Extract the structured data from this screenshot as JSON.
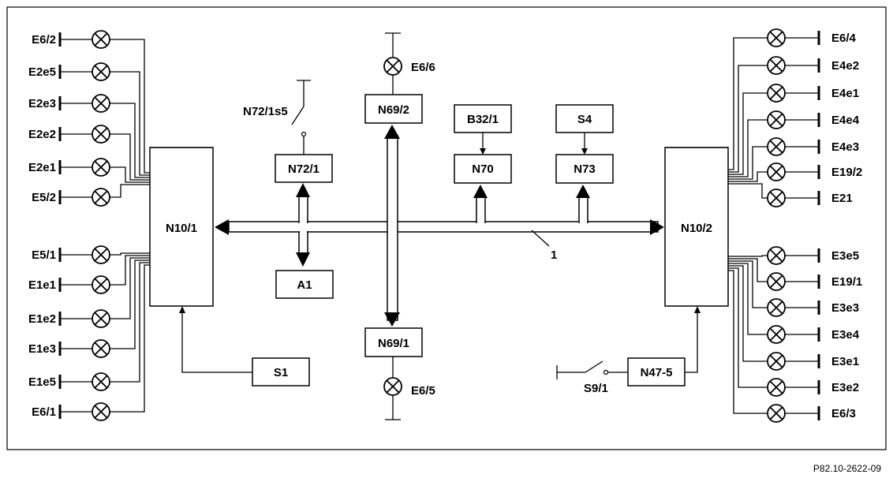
{
  "diagram": {
    "figure_ref": "P82.10-2622-09",
    "bus_label": "1",
    "modules": {
      "n10_1": "N10/1",
      "n10_2": "N10/2",
      "n72_1": "N72/1",
      "a1": "A1",
      "n69_2": "N69/2",
      "n69_1": "N69/1",
      "b32_1": "B32/1",
      "n70": "N70",
      "s4": "S4",
      "n73": "N73",
      "s1": "S1",
      "n47_5": "N47-5"
    },
    "switches": {
      "n72_1s5": "N72/1s5",
      "s9_1": "S9/1"
    },
    "center_lamps": {
      "top": "E6/6",
      "bottom": "E6/5"
    },
    "left_lamps": [
      "E6/2",
      "E2e5",
      "E2e3",
      "E2e2",
      "E2e1",
      "E5/2",
      "E5/1",
      "E1e1",
      "E1e2",
      "E1e3",
      "E1e5",
      "E6/1"
    ],
    "right_lamps": [
      "E6/4",
      "E4e2",
      "E4e1",
      "E4e4",
      "E4e3",
      "E19/2",
      "E21",
      "E3e5",
      "E19/1",
      "E3e3",
      "E3e4",
      "E3e1",
      "E3e2",
      "E6/3"
    ]
  }
}
